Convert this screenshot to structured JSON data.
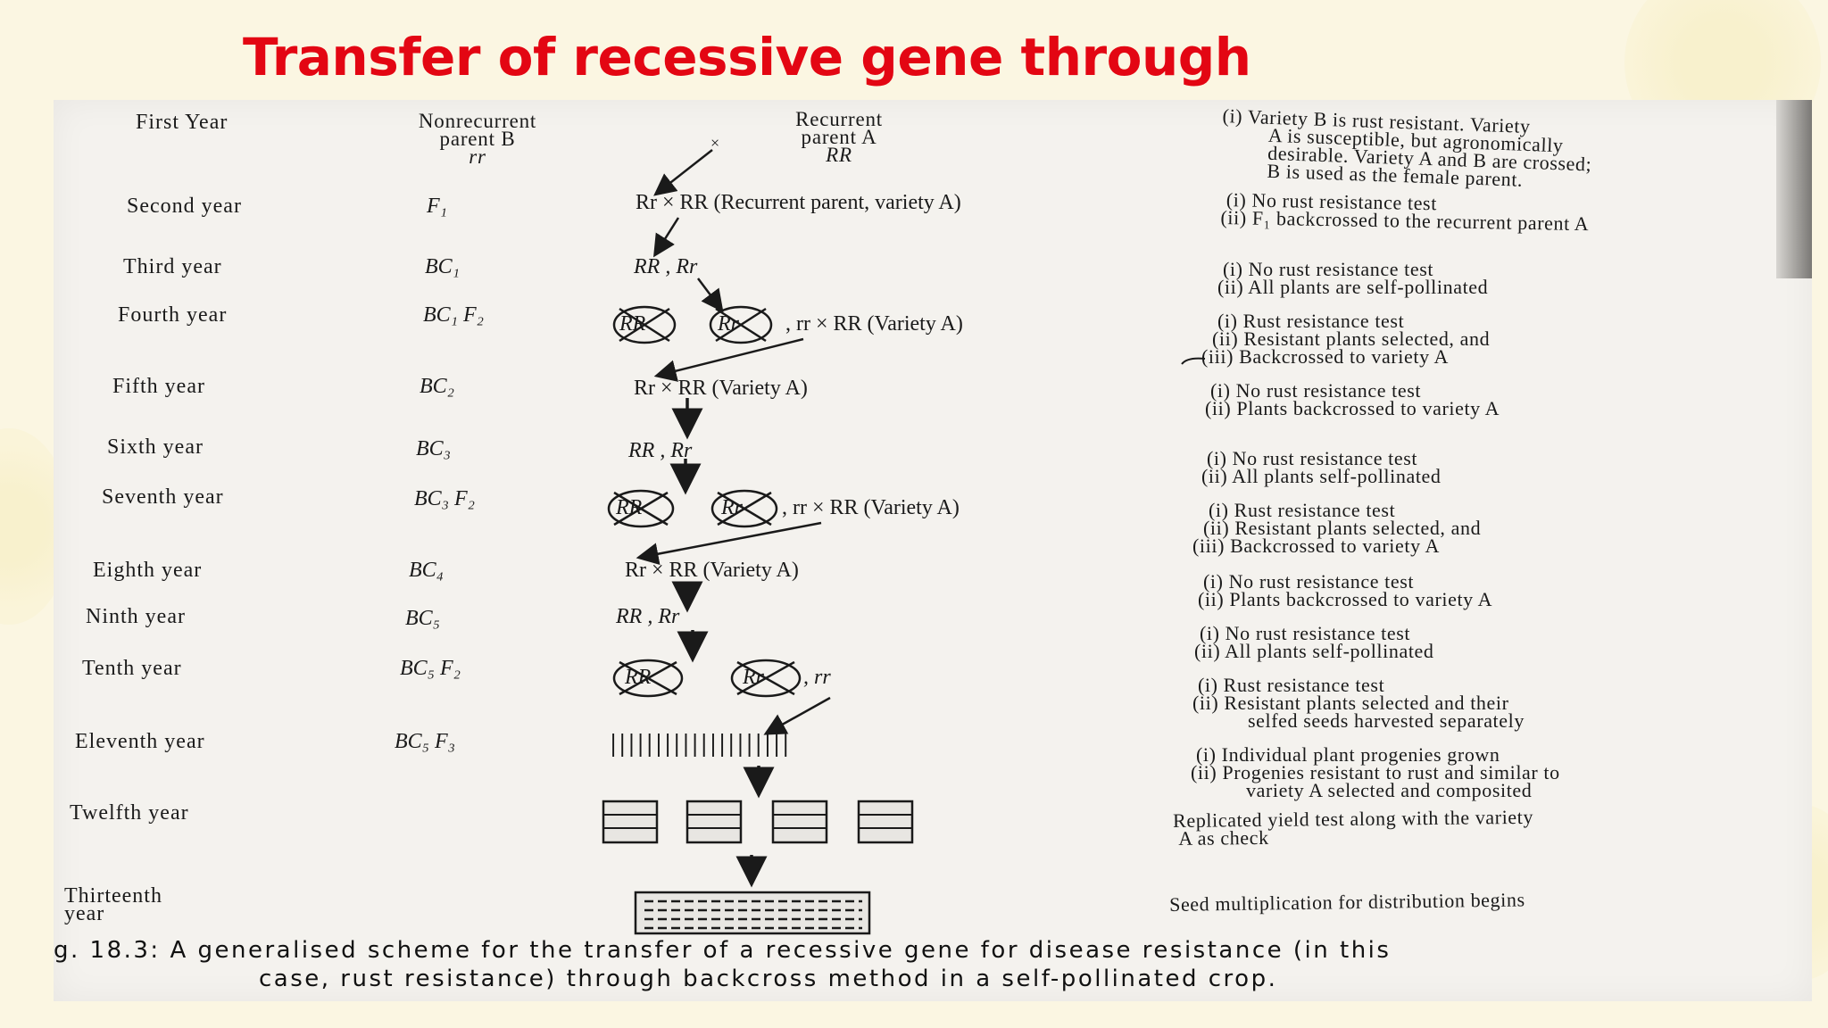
{
  "slide_title": "Transfer of recessive gene through",
  "header": {
    "year_label": "First Year",
    "nonrecurrent_l1": "Nonrecurrent",
    "nonrecurrent_l2": "parent B",
    "nonrecurrent_geno": "rr",
    "recurrent_l1": "Recurrent",
    "recurrent_l2": "parent A",
    "recurrent_geno": "RR",
    "cross_symbol": "×"
  },
  "rows": [
    {
      "year": "Second year",
      "gen": "F₁",
      "cross": "Rr × RR (Recurrent parent, variety A)"
    },
    {
      "year": "Third year",
      "gen": "BC₁",
      "cross": "RR , Rr"
    },
    {
      "year": "Fourth year",
      "gen": "BC₁ F₂",
      "cross_a": "RR",
      "cross_b": "Rr",
      "cross_c": ", rr × RR (Variety A)"
    },
    {
      "year": "Fifth year",
      "gen": "BC₂",
      "cross": "Rr × RR (Variety A)"
    },
    {
      "year": "Sixth year",
      "gen": "BC₃",
      "cross": "RR , Rr"
    },
    {
      "year": "Seventh year",
      "gen": "BC₃ F₂",
      "cross_a": "RR",
      "cross_b": "Rr",
      "cross_c": ",  rr × RR (Variety A)"
    },
    {
      "year": "Eighth year",
      "gen": "BC₄",
      "cross": "Rr × RR (Variety A)"
    },
    {
      "year": "Ninth year",
      "gen": "BC₅",
      "cross": "RR , Rr"
    },
    {
      "year": "Tenth year",
      "gen": "BC₅ F₂",
      "cross_a": "RR",
      "cross_b": "Rr",
      "cross_c": ",  rr"
    },
    {
      "year": "Eleventh year",
      "gen": "BC₅ F₃",
      "cross": "||||||||||||||||||||"
    },
    {
      "year": "Twelfth year"
    },
    {
      "year_l1": "Thirteenth",
      "year_l2": "year"
    }
  ],
  "notes": [
    [
      "(i) Variety B is rust resistant. Variety",
      "A is susceptible, but agronomically",
      "desirable. Variety A and B are crossed;",
      "B is used as the female parent."
    ],
    [
      "(i) No rust resistance test",
      "(ii) F₁ backcrossed to the recurrent parent A"
    ],
    [
      "(i) No rust resistance test",
      "(ii) All plants are self-pollinated"
    ],
    [
      "(i) Rust resistance test",
      "(ii) Resistant plants selected, and",
      "(iii) Backcrossed to variety A"
    ],
    [
      "(i) No rust resistance test",
      "(ii) Plants backcrossed to variety A"
    ],
    [
      "(i) No rust resistance test",
      "(ii) All plants self-pollinated"
    ],
    [
      "(i) Rust resistance test",
      "(ii) Resistant plants selected, and",
      "(iii) Backcrossed to variety A"
    ],
    [
      "(i) No rust resistance test",
      "(ii) Plants backcrossed to variety A"
    ],
    [
      "(i) No rust resistance test",
      "(ii) All plants self-pollinated"
    ],
    [
      "(i) Rust resistance test",
      "(ii) Resistant plants selected and their",
      "selfed seeds harvested separately"
    ],
    [
      "(i) Individual plant progenies grown",
      "(ii) Progenies resistant to rust and similar to",
      "variety A selected and composited"
    ],
    [
      "Replicated yield test along with the variety",
      "A as check"
    ],
    [
      "Seed multiplication for distribution begins"
    ]
  ],
  "caption": {
    "line1": "g. 18.3: A generalised scheme for the transfer of a recessive gene for disease resistance (in this",
    "line2": "case, rust resistance) through backcross method in a self-pollinated crop."
  },
  "colors": {
    "title": "#e30613",
    "page": "#f4f2ee",
    "background": "#fbf6e2"
  }
}
